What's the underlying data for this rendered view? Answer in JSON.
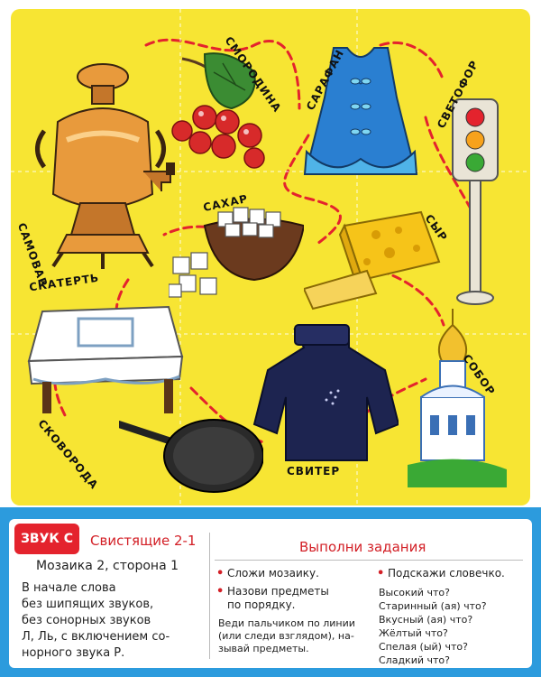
{
  "words": {
    "smorodina": "СМОРОДИНА",
    "sarafan": "САРАФАН",
    "svetofor": "СВЕТОФОР",
    "samovar": "САМОВАР",
    "sakhar": "САХАР",
    "syr": "СЫР",
    "skatert": "СКАТЕРТЬ",
    "sobor": "СОБОР",
    "skovoroda": "СКОВОРОДА",
    "sviter": "СВИТЕР"
  },
  "badge": "ЗВУК С",
  "left_panel": {
    "title": "Свистящие 2-1",
    "subtitle": "Мозаика 2, сторона 1",
    "lines": [
      "В начале слова",
      "без шипящих звуков,",
      "без сонорных звуков",
      "Л, Ль, с включением со-",
      "норного звука Р."
    ]
  },
  "right_panel": {
    "title": "Выполни задания",
    "col1": {
      "task1": "Сложи мозаику.",
      "task2_line1": "Назови предметы",
      "task2_line2": "по порядку.",
      "note": [
        "Веди пальчиком по линии",
        "(или следи взглядом), на-",
        "зывай предметы."
      ]
    },
    "col2": {
      "task": "Подскажи словечко.",
      "questions": [
        "Высокий что?",
        "Старинный (ая) что?",
        "Вкусный (ая) что?",
        "Жёлтый что?",
        "Спелая (ый) что?",
        "Сладкий что?"
      ]
    },
    "bullet": "•"
  },
  "colors": {
    "board": "#f7e533",
    "path": "#e4232d",
    "accent_blue": "#2c9bdd",
    "badge_red": "#e4232d"
  },
  "icons": [
    "samovar-icon",
    "currant-icon",
    "sundress-icon",
    "traffic-light-icon",
    "sugar-icon",
    "cheese-icon",
    "tablecloth-icon",
    "cathedral-icon",
    "frying-pan-icon",
    "sweater-icon"
  ]
}
